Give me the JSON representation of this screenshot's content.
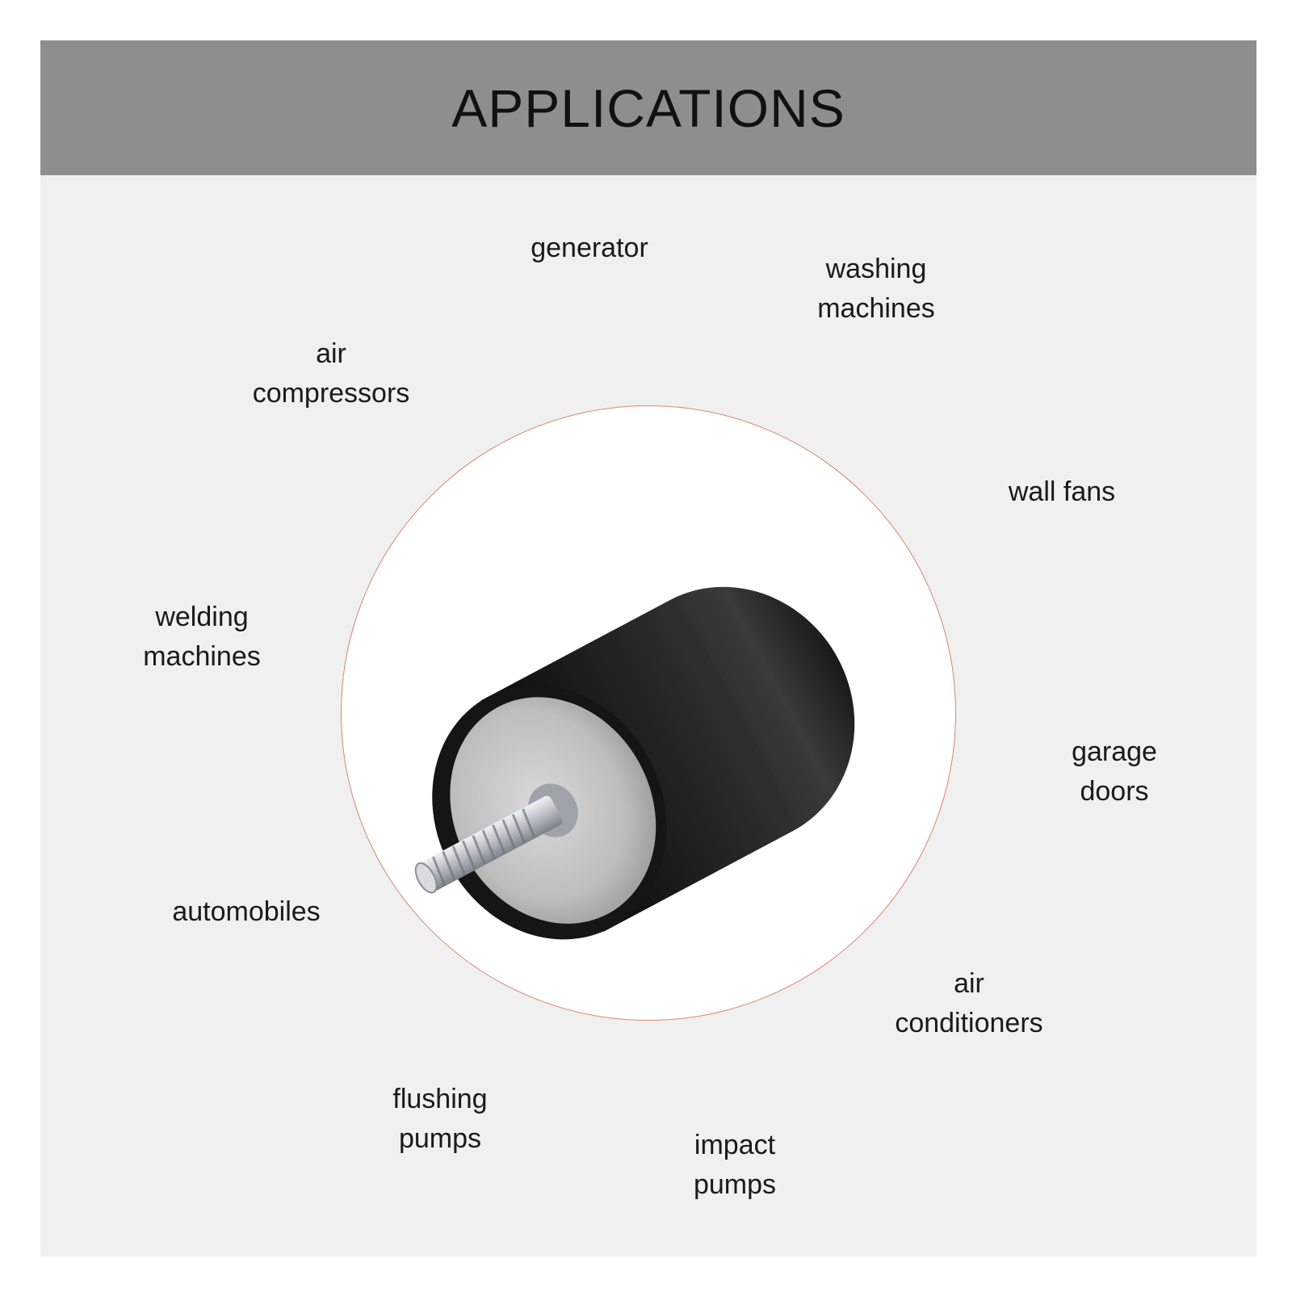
{
  "title": "APPLICATIONS",
  "applications": [
    {
      "lines": [
        "generator"
      ]
    },
    {
      "lines": [
        "washing",
        "machines"
      ]
    },
    {
      "lines": [
        "air",
        "compressors"
      ]
    },
    {
      "lines": [
        "wall fans"
      ]
    },
    {
      "lines": [
        "welding",
        "machines"
      ]
    },
    {
      "lines": [
        "garage",
        "doors"
      ]
    },
    {
      "lines": [
        "automobiles"
      ]
    },
    {
      "lines": [
        "air",
        "conditioners"
      ]
    },
    {
      "lines": [
        "flushing",
        "pumps"
      ]
    },
    {
      "lines": [
        "impact",
        "pumps"
      ]
    }
  ],
  "product": {
    "icon": "rubber-mount-product-image"
  },
  "colors": {
    "banner": "#8e8e8e",
    "panel": "#f0f0f0",
    "circle_border": "#d8876a"
  }
}
